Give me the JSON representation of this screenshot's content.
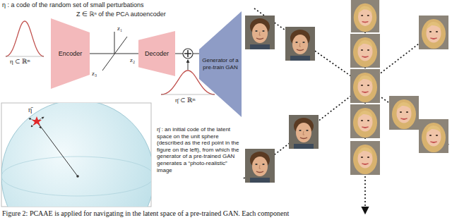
{
  "diagram": {
    "caption": "Figure 2: PCAAE is applied for navigating in the latent space of a pre-trained GAN. Each component",
    "nodes": [
      {
        "text": [
          "Encoder"
        ]
      },
      {
        "text": [
          "Decoder"
        ]
      },
      {
        "text": [
          "Generator of a pre-train GAN"
        ]
      }
    ],
    "edges": [
      {
        "from": 0,
        "to": 1,
        "arrow": "none"
      },
      {
        "from": 1,
        "to": 2,
        "arrow": "none"
      }
    ],
    "labels": [
      "η : a code of the random set of small perturbations",
      "η ⊂ ℝᵐ",
      "Z ∈ ℝⁿ of the PCA autoencoder",
      "z₁",
      "z₂",
      "z₃",
      "η̄ ⊂ ℝᵐ",
      "η̄ : an initial code of the latent space on the unit sphere (described as the red point in the figure on the left), from which the generator of a pre-trained GAN generates a “photo-realistic” image",
      "η̄"
    ]
  }
}
